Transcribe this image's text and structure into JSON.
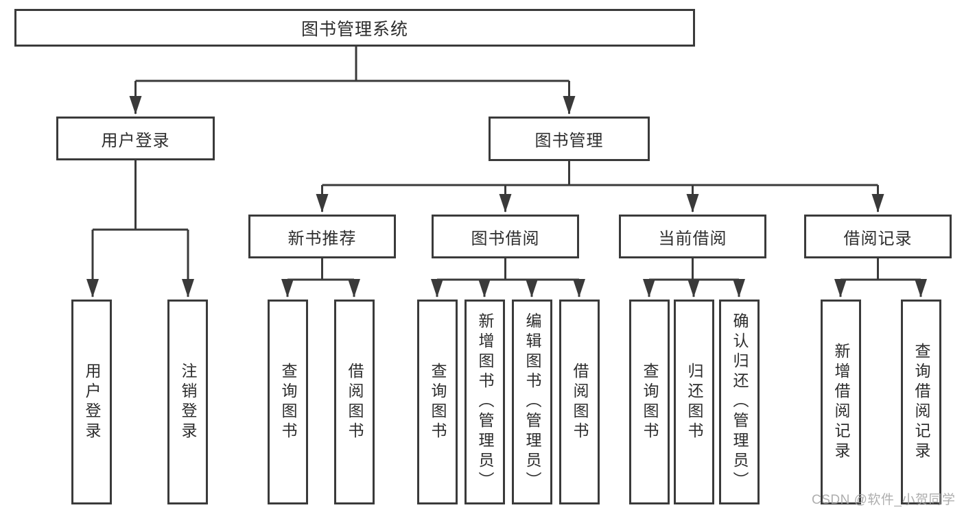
{
  "tree": {
    "root": {
      "label": "图书管理系统"
    },
    "branches": [
      {
        "label": "用户登录",
        "children": [
          {
            "label": "用户登录"
          },
          {
            "label": "注销登录"
          }
        ]
      },
      {
        "label": "图书管理",
        "children": [
          {
            "label": "新书推荐",
            "children": [
              {
                "label": "查询图书"
              },
              {
                "label": "借阅图书"
              }
            ]
          },
          {
            "label": "图书借阅",
            "children": [
              {
                "label": "查询图书"
              },
              {
                "label": "新增图书（管理员）"
              },
              {
                "label": "编辑图书（管理员）"
              },
              {
                "label": "借阅图书"
              }
            ]
          },
          {
            "label": "当前借阅",
            "children": [
              {
                "label": "查询图书"
              },
              {
                "label": "归还图书"
              },
              {
                "label": "确认归还（管理员）"
              }
            ]
          },
          {
            "label": "借阅记录",
            "children": [
              {
                "label": "新增借阅记录"
              },
              {
                "label": "查询借阅记录"
              }
            ]
          }
        ]
      }
    ]
  },
  "watermark": {
    "text": "CSDN @软件_小贺同学"
  },
  "colors": {
    "line": "#3a3a3a",
    "text": "#2d2d2d",
    "watermark": "#a6a6a6",
    "background": "#ffffff"
  }
}
